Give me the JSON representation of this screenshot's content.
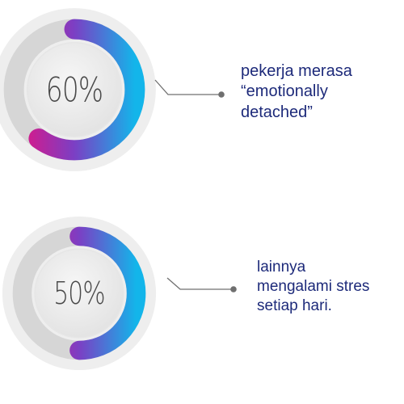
{
  "stats": [
    {
      "value": "60%",
      "fraction": 0.6,
      "caption": "pekerja merasa\n“emotionally\ndetached”"
    },
    {
      "value": "50%",
      "fraction": 0.5,
      "caption": "lainnya\nmengalami stres\nsetiap hari."
    }
  ],
  "colors": {
    "gradient_start": "#e8127f",
    "gradient_mid": "#7b3fc4",
    "gradient_end": "#13b5ea",
    "track": "#d6d6d6",
    "outer_ring": "#eeeeee",
    "inner_disc": "#ededed",
    "connector": "#6f6f6f",
    "caption_text": "#1d2a7a"
  }
}
